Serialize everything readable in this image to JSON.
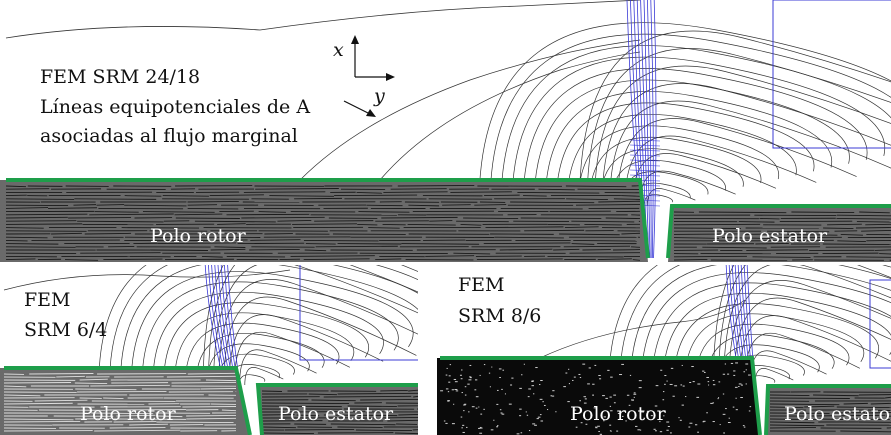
{
  "main": {
    "title_line1": "FEM SRM 24/18",
    "title_line2": "Líneas equipotenciales de A",
    "title_line3": "asociadas al flujo marginal",
    "axis_x": "x",
    "axis_y": "y",
    "rotor_label": "Polo rotor",
    "stator_label": "Polo estator"
  },
  "panel_6_4": {
    "title_line1": "FEM",
    "title_line2": "SRM 6/4",
    "rotor_label": "Polo rotor",
    "stator_label": "Polo estator"
  },
  "panel_8_6": {
    "title_line1": "FEM",
    "title_line2": "SRM 8/6",
    "rotor_label": "Polo rotor",
    "stator_label": "Polo estator"
  },
  "colors": {
    "outline": "#1e9e4a",
    "flux_blue": "#3b3bd6",
    "contour": "#333333",
    "dense_rotor": "#6a6a6a",
    "dark_rotor": "#0a0a0a"
  }
}
